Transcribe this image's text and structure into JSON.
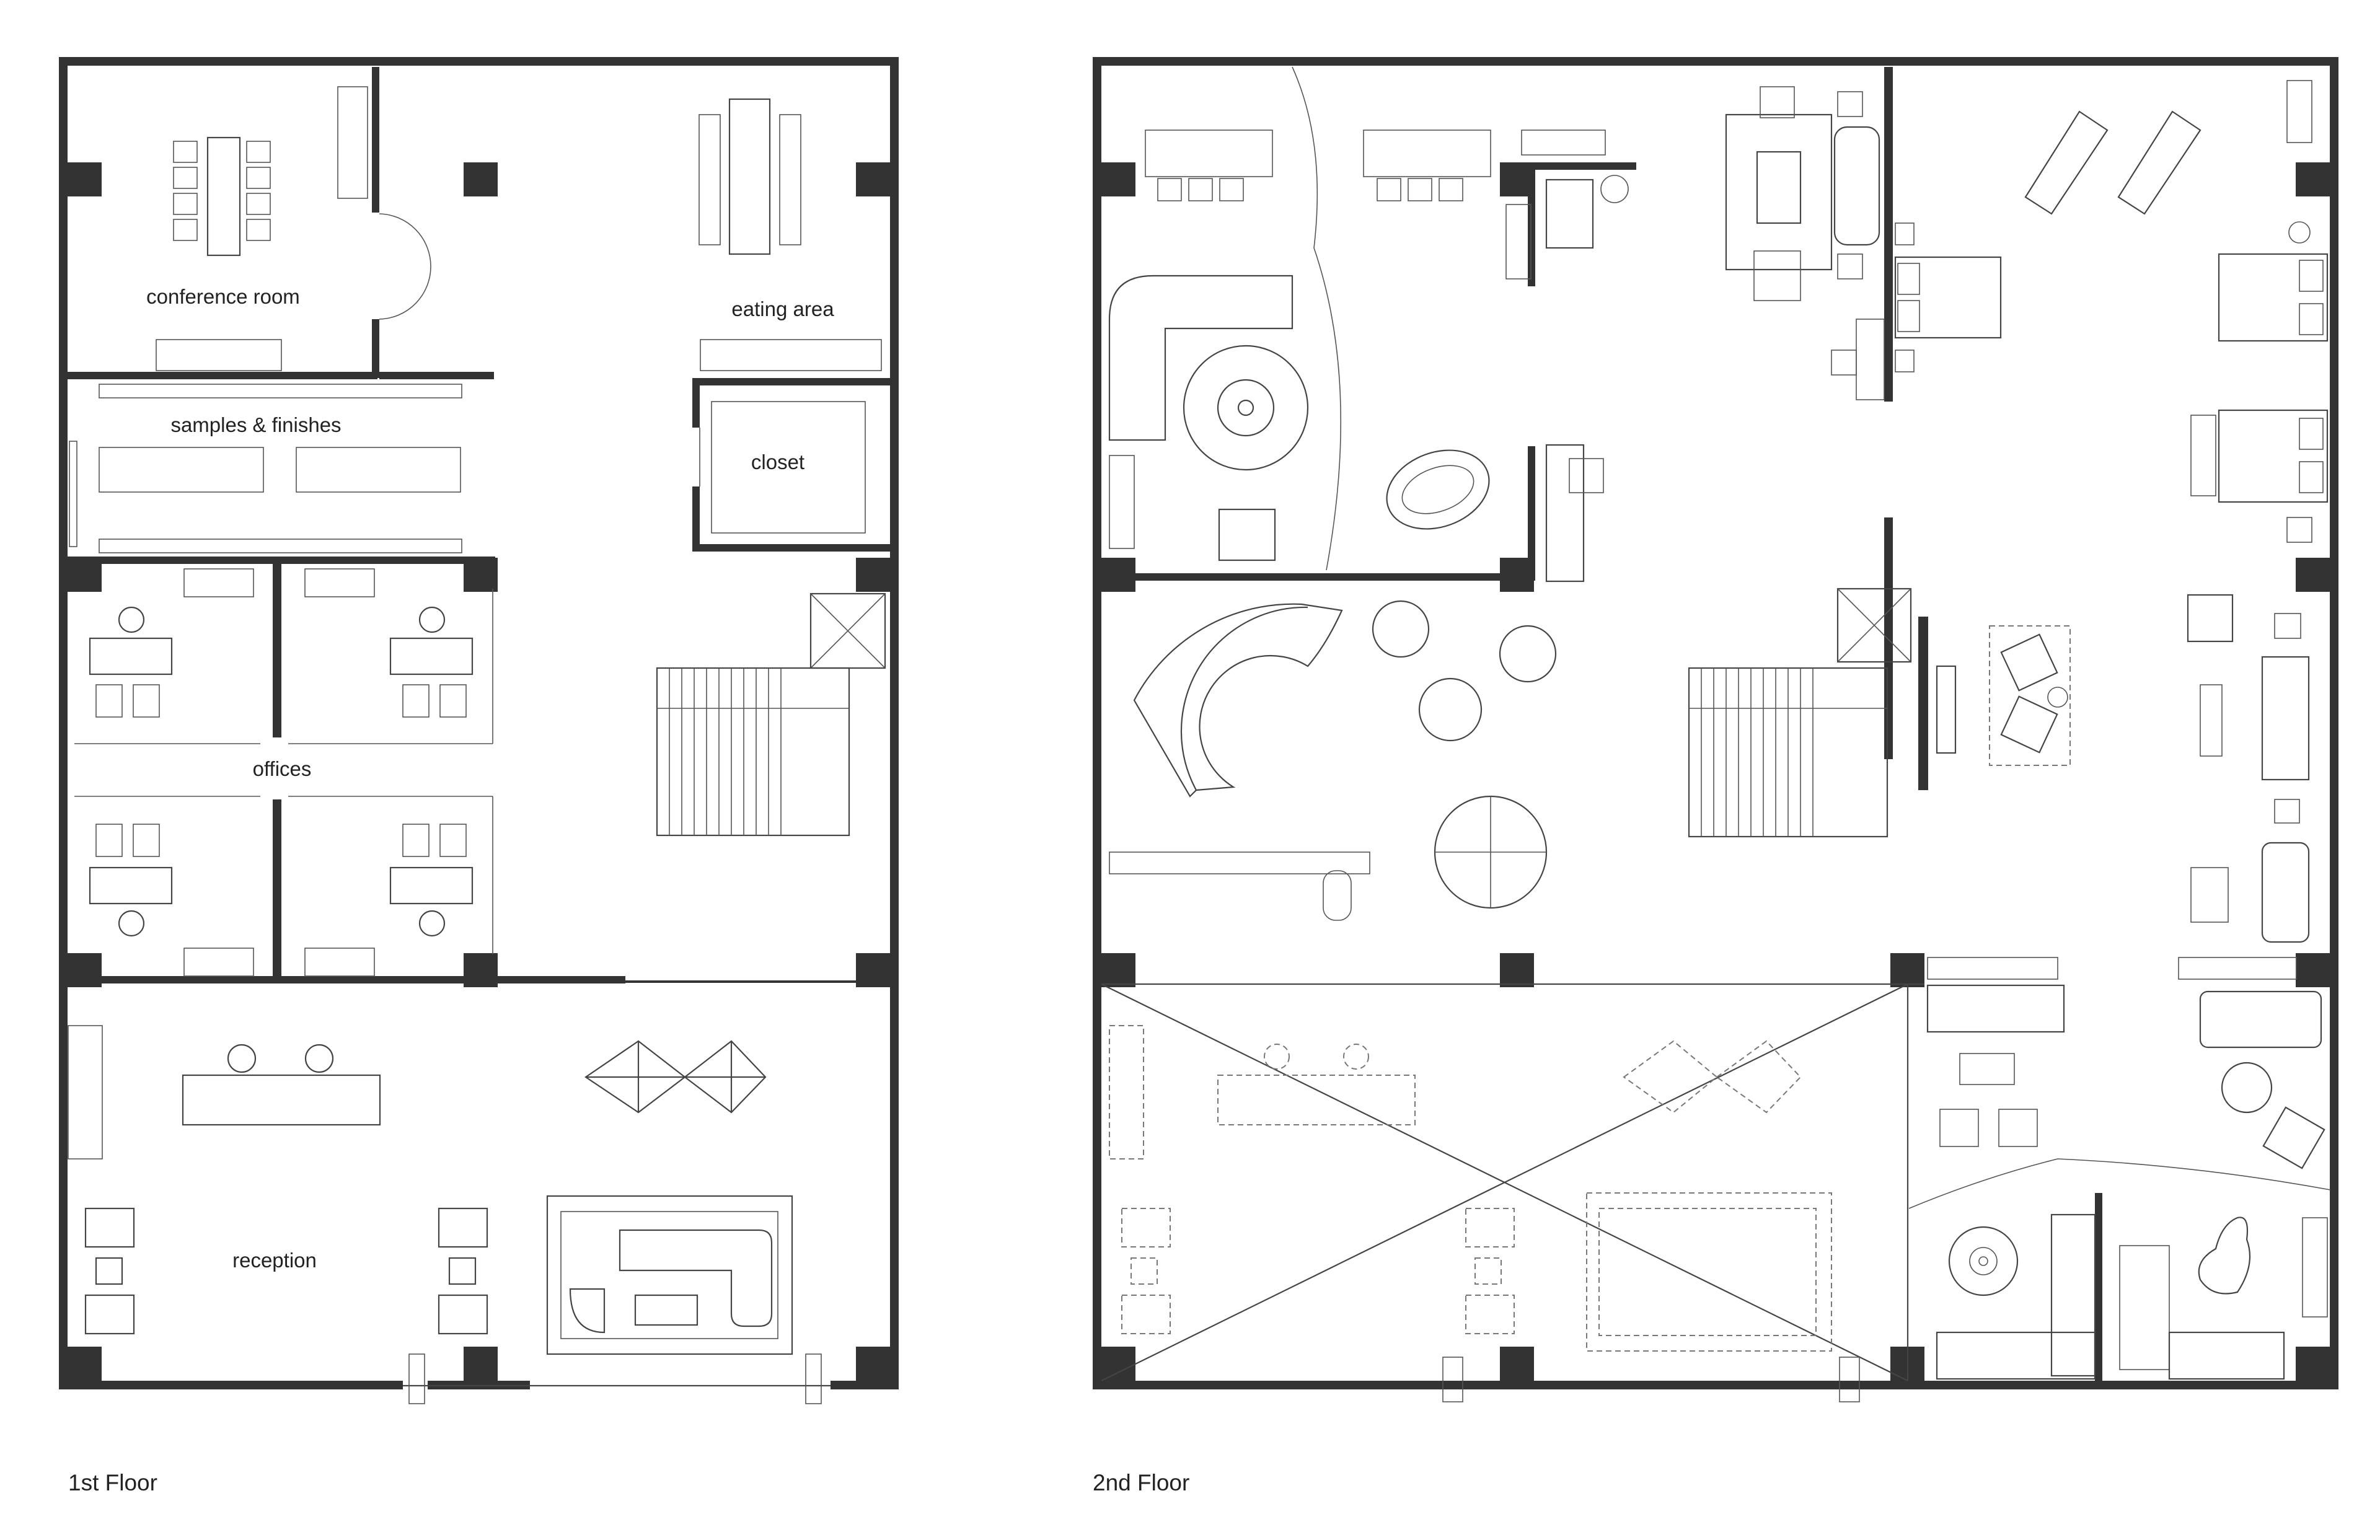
{
  "floors": [
    {
      "title": "1st Floor",
      "rooms": [
        "conference room",
        "eating area",
        "samples & finishes",
        "closet",
        "offices",
        "reception"
      ]
    },
    {
      "title": "2nd Floor",
      "rooms": []
    }
  ],
  "colors": {
    "wall": "#333333",
    "line": "#444444",
    "background": "#ffffff"
  }
}
